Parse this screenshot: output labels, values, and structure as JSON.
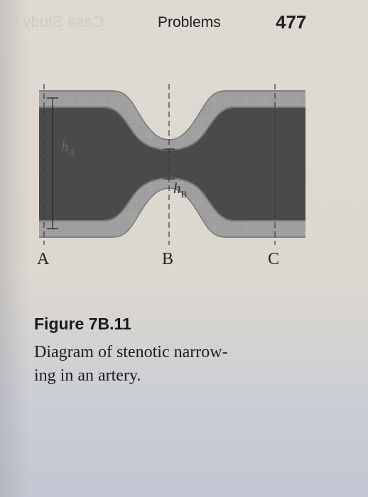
{
  "page": {
    "bleed_through": "Case Study 8",
    "running_head": "Problems",
    "page_number": "477"
  },
  "figure": {
    "label_hA_main": "h",
    "label_hA_sub": "A",
    "label_hB_main": "h",
    "label_hB_sub": "B",
    "section_a": "A",
    "section_b": "B",
    "section_c": "C"
  },
  "caption": {
    "figure_label": "Figure 7B.11",
    "line1": "Diagram of stenotic narrow-",
    "line2": "ing in an artery."
  }
}
